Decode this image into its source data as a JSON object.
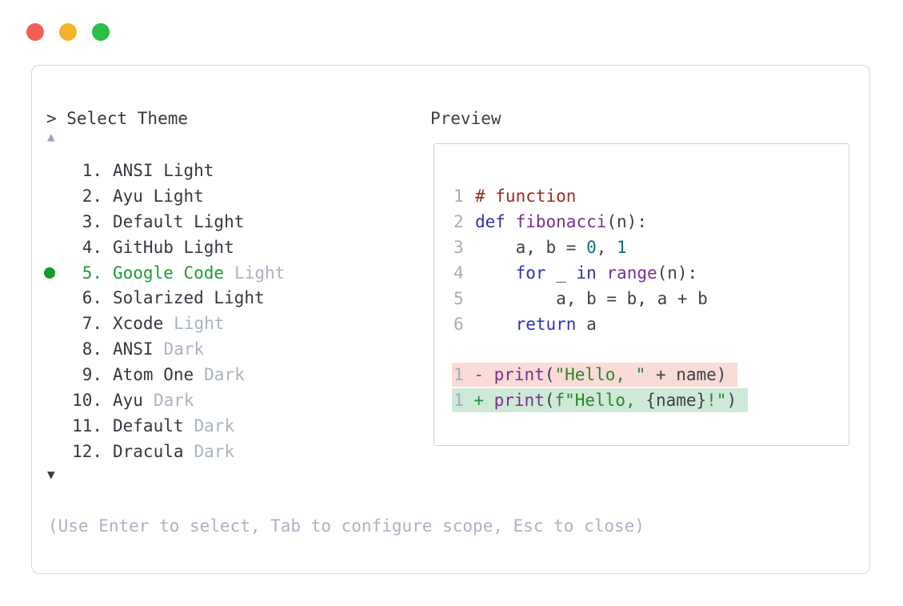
{
  "palette": {
    "text-dark": "#34383f",
    "text-muted": "#aab3c2",
    "line-number": "#a4adbc",
    "arrow-inactive": "#9aa5b6",
    "arrow-active": "#383c42",
    "selected-green": "#1b9e33",
    "bullet-green": "#129a2d",
    "window-border": "#d3d8e0",
    "preview-border": "#ced3db",
    "traffic-red": "#f25e56",
    "traffic-yellow": "#f3b32b",
    "traffic-green": "#2abf47",
    "code-comment": "#9b2c20",
    "code-keyword": "#2936ae",
    "code-func": "#7b2f8e",
    "code-literal": "#0e7078",
    "code-string": "#278a28",
    "code-plain": "#3d4147",
    "diff-removed-bg": "#fadbd7",
    "diff-added-bg": "#cfe9d9",
    "diff-removed-marker": "#a5392c",
    "diff-added-marker": "#1f9132"
  },
  "window_controls": {
    "close": "close",
    "minimize": "minimize",
    "maximize": "maximize"
  },
  "theme_picker": {
    "prompt": "> Select Theme",
    "scroll_up": "▲",
    "scroll_down": "▼",
    "items": [
      {
        "number": "1.",
        "name": "ANSI Light",
        "suffix": "",
        "selected": false
      },
      {
        "number": "2.",
        "name": "Ayu Light",
        "suffix": "",
        "selected": false
      },
      {
        "number": "3.",
        "name": "Default Light",
        "suffix": "",
        "selected": false
      },
      {
        "number": "4.",
        "name": "GitHub Light",
        "suffix": "",
        "selected": false
      },
      {
        "number": "5.",
        "name": "Google Code",
        "suffix": "Light",
        "selected": true
      },
      {
        "number": "6.",
        "name": "Solarized Light",
        "suffix": "",
        "selected": false
      },
      {
        "number": "7.",
        "name": "Xcode",
        "suffix": "Light",
        "selected": false
      },
      {
        "number": "8.",
        "name": "ANSI",
        "suffix": "Dark",
        "selected": false
      },
      {
        "number": "9.",
        "name": "Atom One",
        "suffix": "Dark",
        "selected": false
      },
      {
        "number": "10.",
        "name": "Ayu",
        "suffix": "Dark",
        "selected": false
      },
      {
        "number": "11.",
        "name": "Default",
        "suffix": "Dark",
        "selected": false
      },
      {
        "number": "12.",
        "name": "Dracula",
        "suffix": "Dark",
        "selected": false
      }
    ],
    "help_text": "(Use Enter to select, Tab to configure scope, Esc to close)"
  },
  "preview": {
    "label": "Preview",
    "code_lines": [
      {
        "num": "1",
        "tokens": [
          {
            "t": "# function",
            "c": "comment"
          }
        ]
      },
      {
        "num": "2",
        "tokens": [
          {
            "t": "def",
            "c": "keyword"
          },
          {
            "t": " ",
            "c": "plain"
          },
          {
            "t": "fibonacci",
            "c": "func"
          },
          {
            "t": "(n):",
            "c": "plain"
          }
        ]
      },
      {
        "num": "3",
        "tokens": [
          {
            "t": "    a, b = ",
            "c": "plain"
          },
          {
            "t": "0",
            "c": "literal"
          },
          {
            "t": ", ",
            "c": "plain"
          },
          {
            "t": "1",
            "c": "literal"
          }
        ]
      },
      {
        "num": "4",
        "tokens": [
          {
            "t": "    ",
            "c": "plain"
          },
          {
            "t": "for",
            "c": "keyword"
          },
          {
            "t": " _ ",
            "c": "plain"
          },
          {
            "t": "in",
            "c": "keyword"
          },
          {
            "t": " ",
            "c": "plain"
          },
          {
            "t": "range",
            "c": "func"
          },
          {
            "t": "(n):",
            "c": "plain"
          }
        ]
      },
      {
        "num": "5",
        "tokens": [
          {
            "t": "        a, b = b, a + b",
            "c": "plain"
          }
        ]
      },
      {
        "num": "6",
        "tokens": [
          {
            "t": "    ",
            "c": "plain"
          },
          {
            "t": "return",
            "c": "keyword"
          },
          {
            "t": " a",
            "c": "plain"
          }
        ]
      }
    ],
    "diff_lines": [
      {
        "num": "1",
        "marker": "-",
        "kind": "removed",
        "tokens": [
          {
            "t": "print",
            "c": "func"
          },
          {
            "t": "(",
            "c": "plain"
          },
          {
            "t": "\"Hello, \"",
            "c": "string"
          },
          {
            "t": " + name)",
            "c": "plain"
          }
        ]
      },
      {
        "num": "1",
        "marker": "+",
        "kind": "added",
        "tokens": [
          {
            "t": "print",
            "c": "func"
          },
          {
            "t": "(",
            "c": "plain"
          },
          {
            "t": "f\"Hello, ",
            "c": "string"
          },
          {
            "t": "{name}",
            "c": "plain"
          },
          {
            "t": "!\"",
            "c": "string"
          },
          {
            "t": ")",
            "c": "plain"
          }
        ]
      }
    ]
  }
}
